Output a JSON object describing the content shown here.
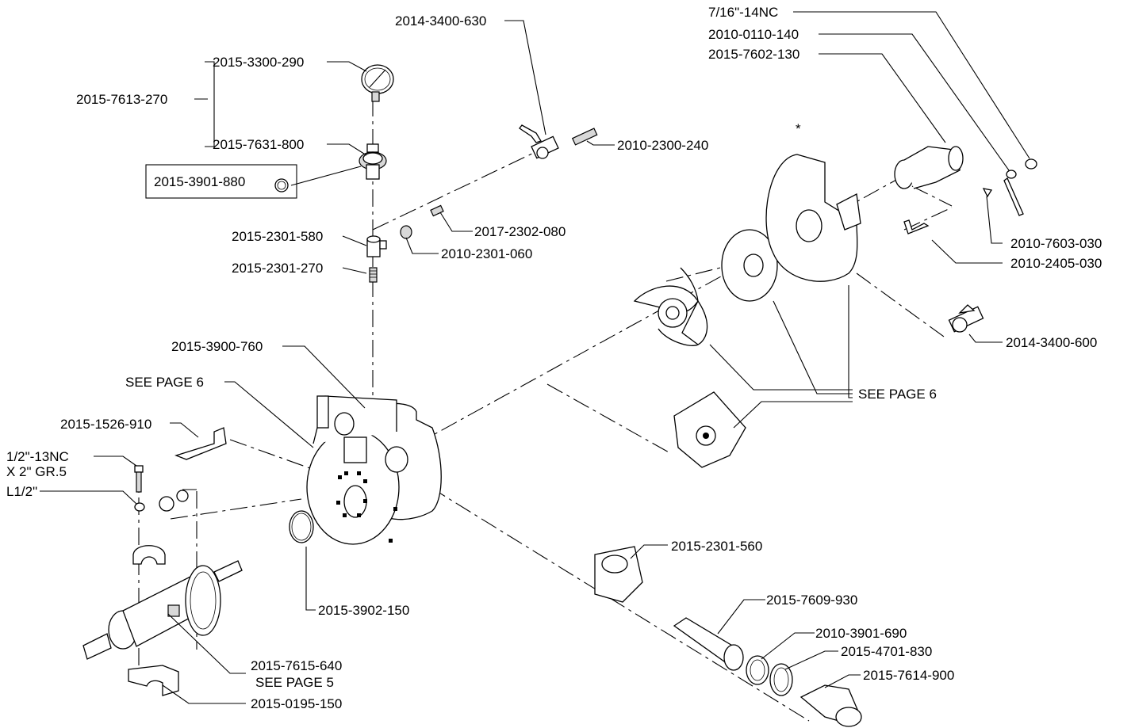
{
  "labels": {
    "p2014_3400_630": "2014-3400-630",
    "p2015_3300_290": "2015-3300-290",
    "p2015_7613_270": "2015-7613-270",
    "p2015_7631_800": "2015-7631-800",
    "p2015_3901_880": "2015-3901-880",
    "p2010_2300_240": "2010-2300-240",
    "p2015_2301_580": "2015-2301-580",
    "p2017_2302_080": "2017-2302-080",
    "p2010_2301_060": "2010-2301-060",
    "p2015_2301_270": "2015-2301-270",
    "p7_16_14nc": "7/16\"-14NC",
    "p2010_0110_140": "2010-0110-140",
    "p2015_7602_130": "2015-7602-130",
    "asterisk": "*",
    "p2010_7603_030": "2010-7603-030",
    "p2010_2405_030": "2010-2405-030",
    "p2014_3400_600": "2014-3400-600",
    "see_page_6_right": "SEE PAGE 6",
    "p2015_3900_760": "2015-3900-760",
    "see_page_6_left": "SEE PAGE 6",
    "p2015_1526_910": "2015-1526-910",
    "bolt_line1": "1/2\"-13NC",
    "bolt_line2": "X 2\" GR.5",
    "washer_l12": "L1/2\"",
    "p2015_2301_560": "2015-2301-560",
    "p2015_7609_930": "2015-7609-930",
    "p2010_3901_690": "2010-3901-690",
    "p2015_4701_830": "2015-4701-830",
    "p2015_7614_900": "2015-7614-900",
    "p2015_3902_150": "2015-3902-150",
    "p2015_7615_640": "2015-7615-640",
    "see_page_5": "SEE PAGE 5",
    "p2015_0195_150": "2015-0195-150"
  }
}
